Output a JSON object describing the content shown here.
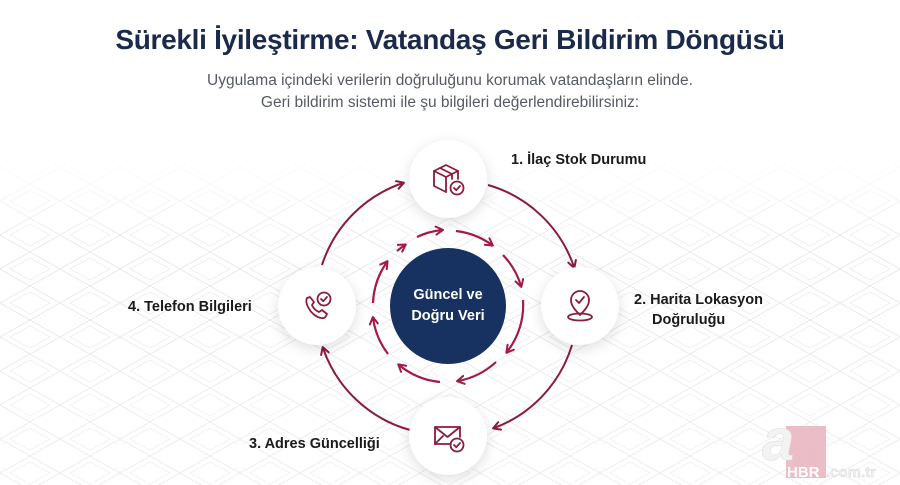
{
  "header": {
    "title": "Sürekli İyileştirme: Vatandaş Geri Bildirim Döngüsü",
    "subtitle_line1": "Uygulama içindeki verilerin doğruluğunu korumak vatandaşların elinde.",
    "subtitle_line2": "Geri bildirim sistemi ile şu bilgileri değerlendirebilirsiniz:"
  },
  "center": {
    "line1": "Güncel ve",
    "line2": "Doğru Veri"
  },
  "steps": [
    {
      "number": "1.",
      "label": "1. İlaç Stok Durumu",
      "icon": "package-check-icon"
    },
    {
      "number": "2.",
      "label_line1": "2. Harita Lokasyon",
      "label_line2": "Doğruluğu",
      "icon": "map-pin-check-icon"
    },
    {
      "number": "3.",
      "label": "3. Adres Güncelliği",
      "icon": "mail-check-icon"
    },
    {
      "number": "4.",
      "label": "4. Telefon Bilgileri",
      "icon": "phone-check-icon"
    }
  ],
  "watermark": {
    "letter": "a",
    "brand": "HBR",
    "domain": ".com.tr"
  },
  "colors": {
    "title": "#1b2a4a",
    "accent": "#8a1c3c",
    "center_fill": "#173260",
    "inner_arrows": "#a5194a"
  }
}
